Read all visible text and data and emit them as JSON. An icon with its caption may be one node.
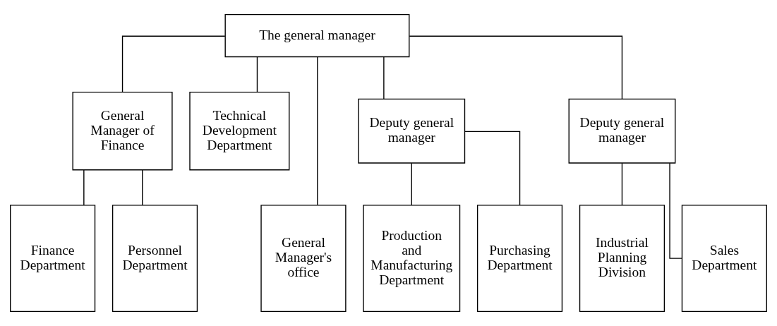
{
  "diagram": {
    "nodes": [
      {
        "text": [
          "The general manager"
        ]
      },
      {
        "text": [
          "General Manager of Finance"
        ]
      },
      {
        "text": [
          "Technical Development Department"
        ]
      },
      {
        "text": [
          "Deputy general manager"
        ]
      },
      {
        "text": [
          "Deputy general manager"
        ]
      },
      {
        "text": [
          "Finance Department"
        ]
      },
      {
        "text": [
          "Personnel Department"
        ]
      },
      {
        "text": [
          "General Manager's office"
        ]
      },
      {
        "text": [
          "Production and Manufacturing Department"
        ]
      },
      {
        "text": [
          "Purchasing Department"
        ]
      },
      {
        "text": [
          "Industrial Planning Division"
        ]
      },
      {
        "text": [
          "Sales Department"
        ]
      }
    ],
    "edges": [
      {
        "from": 0,
        "to": 1,
        "arrow": "none"
      },
      {
        "from": 0,
        "to": 2,
        "arrow": "none"
      },
      {
        "from": 0,
        "to": 7,
        "arrow": "none"
      },
      {
        "from": 0,
        "to": 3,
        "arrow": "none"
      },
      {
        "from": 0,
        "to": 4,
        "arrow": "none"
      },
      {
        "from": 1,
        "to": 5,
        "arrow": "none"
      },
      {
        "from": 1,
        "to": 6,
        "arrow": "none"
      },
      {
        "from": 3,
        "to": 8,
        "arrow": "none"
      },
      {
        "from": 3,
        "to": 9,
        "arrow": "none"
      },
      {
        "from": 4,
        "to": 10,
        "arrow": "none"
      },
      {
        "from": 4,
        "to": 11,
        "arrow": "none"
      }
    ]
  }
}
